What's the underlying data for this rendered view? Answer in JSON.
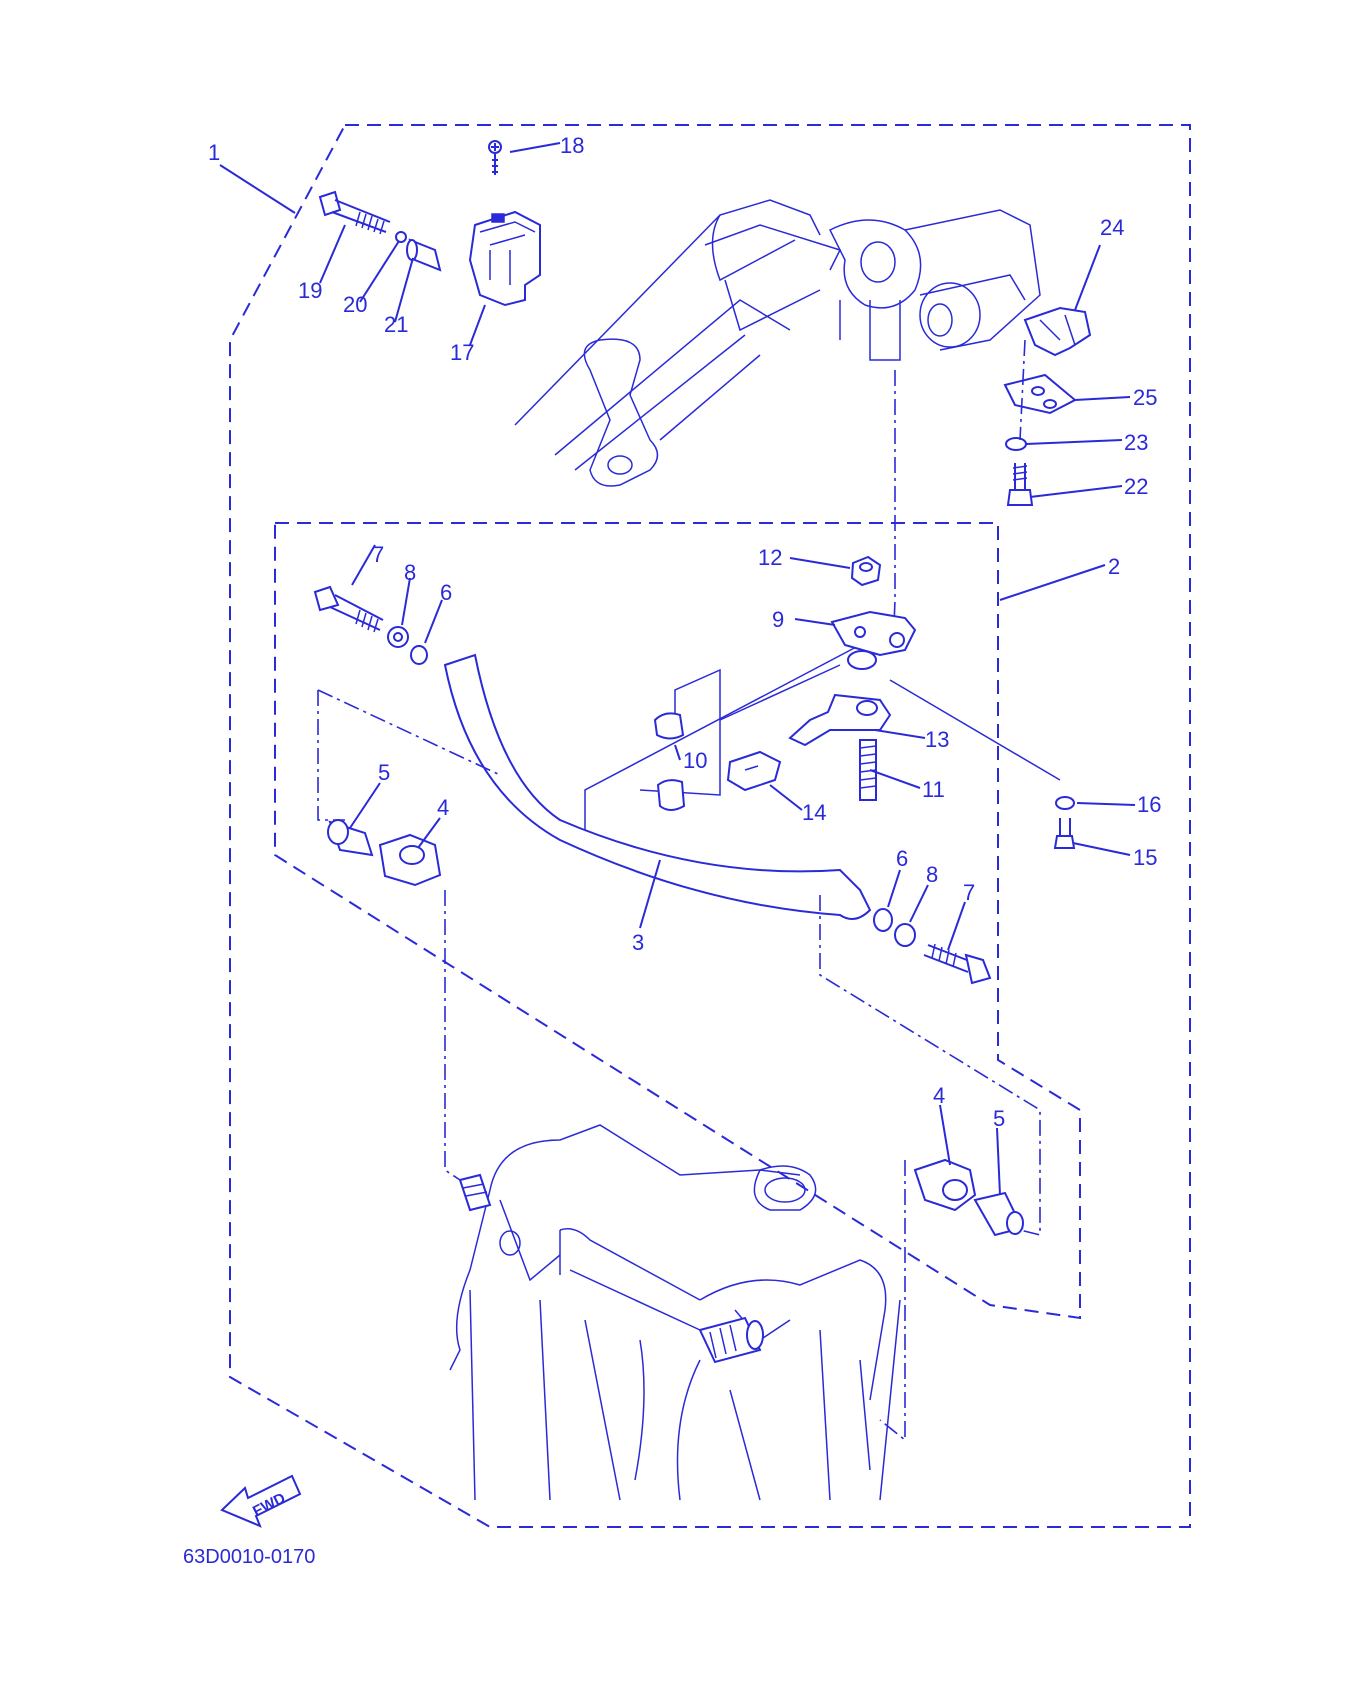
{
  "diagram": {
    "drawing_code": "63D0010-0170",
    "fwd_label": "FWD",
    "line_color": "#2a2ad8",
    "callouts": {
      "c1": "1",
      "c2": "2",
      "c3": "3",
      "c4a": "4",
      "c4b": "4",
      "c5a": "5",
      "c5b": "5",
      "c6a": "6",
      "c6b": "6",
      "c7a": "7",
      "c7b": "7",
      "c8a": "8",
      "c8b": "8",
      "c9": "9",
      "c10": "10",
      "c11": "11",
      "c12": "12",
      "c13": "13",
      "c14": "14",
      "c15": "15",
      "c16": "16",
      "c17": "17",
      "c18": "18",
      "c19": "19",
      "c20": "20",
      "c21": "21",
      "c22": "22",
      "c23": "23",
      "c24": "24",
      "c25": "25"
    }
  }
}
